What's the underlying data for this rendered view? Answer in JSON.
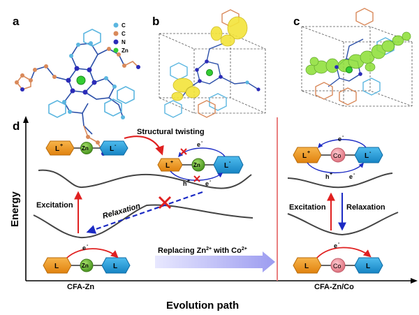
{
  "panels": {
    "a": "a",
    "b": "b",
    "c": "c",
    "d": "d"
  },
  "legend": [
    {
      "symbol": "C",
      "color": "#5bb6e0"
    },
    {
      "symbol": "C",
      "color": "#d9895a"
    },
    {
      "symbol": "N",
      "color": "#2b2bb8"
    },
    {
      "symbol": "Zn",
      "color": "#33cc33"
    }
  ],
  "diagram": {
    "y_axis_label": "Energy",
    "x_axis_label": "Evolution path",
    "structural_twisting": "Structural twisting",
    "relaxation_left": "Relaxation",
    "excitation_left": "Excitation",
    "replacing_main": "Replacing Zn",
    "replacing_sup1": "2+",
    "replacing_mid": " with Co",
    "replacing_sup2": "2+",
    "cfa_zn": "CFA-Zn",
    "excitation_right": "Excitation",
    "relaxation_right": "Relaxation",
    "cfa_zn_co": "CFA-Zn/Co",
    "ligand_left_excited": "L",
    "ligand_left_excited_sup": "+",
    "ligand_right": "L",
    "ligand_right_sup": "-",
    "ligand_plain": "L",
    "zn": "Zn",
    "co": "Co",
    "electron": "e",
    "electron_sup": "-",
    "hole": "h",
    "hole_sup": "+"
  },
  "colors": {
    "ligand_orange": "#f39a1e",
    "ligand_blue": "#2aa1df",
    "zn_green": "#6ab03a",
    "co_pink": "#f29aa4",
    "arrow_red": "#e02020",
    "arrow_blue": "#1c2bc4",
    "divider": "#e98080"
  }
}
